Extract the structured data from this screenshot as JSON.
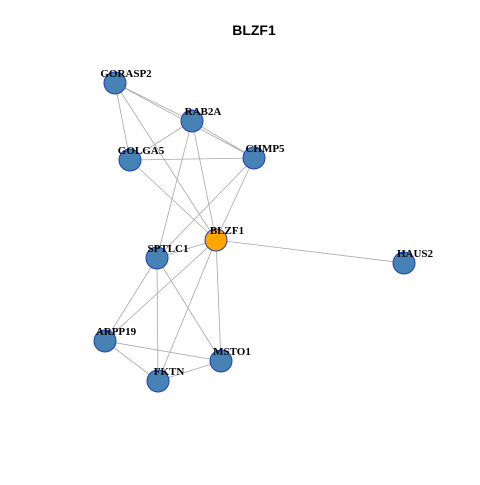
{
  "title": "BLZF1",
  "colors": {
    "hub": "#FFA500",
    "neighbor": "#4682B4",
    "node_border": "#1F3FBF",
    "edge": "#A8A8A8"
  },
  "nodes": [
    {
      "id": "GORASP2",
      "label": "GORASP2",
      "hub": false
    },
    {
      "id": "RAB2A",
      "label": "RAB2A",
      "hub": false
    },
    {
      "id": "GOLGA5",
      "label": "GOLGA5",
      "hub": false
    },
    {
      "id": "CHMP5",
      "label": "CHMP5",
      "hub": false
    },
    {
      "id": "BLZF1",
      "label": "BLZF1",
      "hub": true
    },
    {
      "id": "SPTLC1",
      "label": "SPTLC1",
      "hub": false
    },
    {
      "id": "HAUS2",
      "label": "HAUS2",
      "hub": false
    },
    {
      "id": "ARPP19",
      "label": "ARPP19",
      "hub": false
    },
    {
      "id": "MSTO1",
      "label": "MSTO1",
      "hub": false
    },
    {
      "id": "FKTN",
      "label": "FKTN",
      "hub": false
    }
  ],
  "edges": [
    [
      "GORASP2",
      "RAB2A"
    ],
    [
      "GORASP2",
      "GOLGA5"
    ],
    [
      "GORASP2",
      "CHMP5"
    ],
    [
      "GORASP2",
      "BLZF1"
    ],
    [
      "RAB2A",
      "GOLGA5"
    ],
    [
      "RAB2A",
      "CHMP5"
    ],
    [
      "RAB2A",
      "BLZF1"
    ],
    [
      "RAB2A",
      "SPTLC1"
    ],
    [
      "GOLGA5",
      "CHMP5"
    ],
    [
      "GOLGA5",
      "BLZF1"
    ],
    [
      "CHMP5",
      "BLZF1"
    ],
    [
      "CHMP5",
      "SPTLC1"
    ],
    [
      "BLZF1",
      "SPTLC1"
    ],
    [
      "BLZF1",
      "HAUS2"
    ],
    [
      "BLZF1",
      "ARPP19"
    ],
    [
      "BLZF1",
      "MSTO1"
    ],
    [
      "BLZF1",
      "FKTN"
    ],
    [
      "SPTLC1",
      "ARPP19"
    ],
    [
      "SPTLC1",
      "MSTO1"
    ],
    [
      "SPTLC1",
      "FKTN"
    ],
    [
      "ARPP19",
      "FKTN"
    ],
    [
      "ARPP19",
      "MSTO1"
    ],
    [
      "FKTN",
      "MSTO1"
    ]
  ]
}
